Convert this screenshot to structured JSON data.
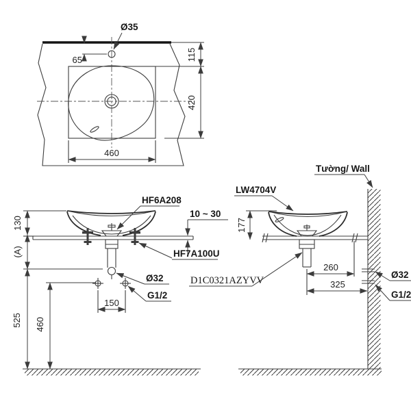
{
  "drawing": {
    "type": "sanitary-ware installation drawing",
    "colors": {
      "line": "#3c3c3c",
      "thick_line": "#141414",
      "text": "#161616",
      "background": "#ffffff"
    },
    "plan": {
      "hole_label": "Ø35",
      "dim_hole_offset": "65",
      "dim_back_offset": "115",
      "dim_depth": "420",
      "dim_width": "460"
    },
    "front": {
      "drain_label": "HF6A208",
      "counter_thickness": "10 ~ 30",
      "bracket_label": "HF7A100U",
      "dim_rim_height": "130",
      "dim_a": "(A)",
      "dim_drain_height": "525",
      "dim_supply_height": "460",
      "dim_supply_spacing": "150",
      "drain_dia": "Ø32",
      "supply_thread": "G1/2"
    },
    "side": {
      "basin_label": "LW4704V",
      "wall_label": "Tường/ Wall",
      "dim_basin_height": "177",
      "trap_label": "D1C0321AZYVV",
      "dim_drain_to_stub": "260",
      "dim_drain_to_wall": "325",
      "wall_drain_dia": "Ø32",
      "wall_supply_thread": "G1/2"
    }
  }
}
